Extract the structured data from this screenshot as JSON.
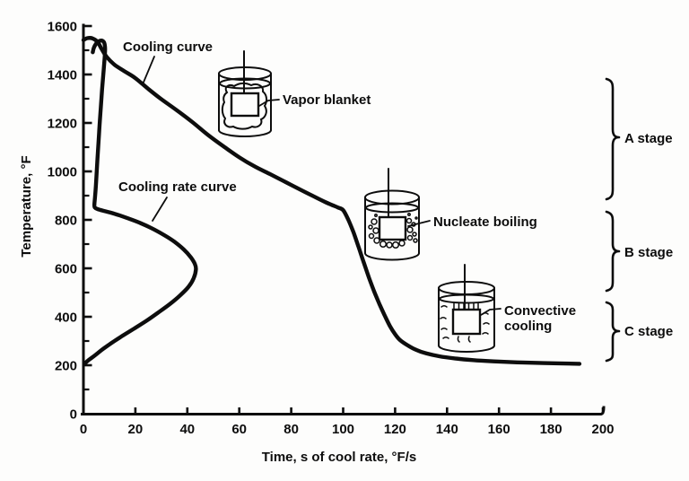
{
  "chart_data": {
    "type": "line",
    "title": "",
    "xlabel": "Time, s of cool rate, °F/s",
    "ylabel": "Temperature, °F",
    "xlim": [
      0,
      200
    ],
    "ylim": [
      0,
      1600
    ],
    "x_ticks": [
      0,
      20,
      40,
      60,
      80,
      100,
      120,
      140,
      160,
      180,
      200
    ],
    "y_ticks_major": [
      0,
      200,
      400,
      600,
      800,
      1000,
      1200,
      1400,
      1600
    ],
    "y_ticks_minor": [
      100,
      300,
      500,
      700,
      900,
      1100,
      1300,
      1500
    ],
    "grid": false,
    "legend": "none (curves labeled with leader lines)",
    "curve_labels": {
      "cooling": "Cooling curve",
      "cooling_rate": "Cooling rate curve"
    },
    "beaker_labels": {
      "vapor": "Vapor blanket",
      "nucleate": "Nucleate boiling",
      "convective_line1": "Convective",
      "convective_line2": "cooling"
    },
    "stage_labels": {
      "a": "A stage",
      "b": "B stage",
      "c": "C stage"
    },
    "stages": [
      {
        "label": "A stage",
        "temp_range_F": [
          885,
          1380
        ]
      },
      {
        "label": "B stage",
        "temp_range_F": [
          505,
          835
        ]
      },
      {
        "label": "C stage",
        "temp_range_F": [
          220,
          460
        ]
      }
    ],
    "series": [
      {
        "name": "Cooling curve",
        "x_meaning": "time, s",
        "y_meaning": "temperature, °F",
        "points": [
          [
            0,
            1542
          ],
          [
            1.5,
            1550
          ],
          [
            3.5,
            1549
          ],
          [
            5.5,
            1534
          ],
          [
            7,
            1505
          ],
          [
            9,
            1472
          ],
          [
            12,
            1440
          ],
          [
            16,
            1412
          ],
          [
            20,
            1385
          ],
          [
            25,
            1340
          ],
          [
            30,
            1298
          ],
          [
            36,
            1252
          ],
          [
            42,
            1203
          ],
          [
            48,
            1150
          ],
          [
            54,
            1103
          ],
          [
            60,
            1058
          ],
          [
            66,
            1020
          ],
          [
            72,
            988
          ],
          [
            78,
            955
          ],
          [
            84,
            922
          ],
          [
            89,
            895
          ],
          [
            93,
            874
          ],
          [
            96,
            860
          ],
          [
            98,
            851
          ],
          [
            100,
            840
          ],
          [
            102,
            800
          ],
          [
            104,
            748
          ],
          [
            106,
            686
          ],
          [
            108,
            622
          ],
          [
            110,
            560
          ],
          [
            112,
            503
          ],
          [
            114,
            452
          ],
          [
            116,
            405
          ],
          [
            118,
            362
          ],
          [
            120,
            328
          ],
          [
            122,
            303
          ],
          [
            125,
            281
          ],
          [
            128,
            264
          ],
          [
            132,
            249
          ],
          [
            137,
            237
          ],
          [
            143,
            228
          ],
          [
            150,
            221
          ],
          [
            158,
            216
          ],
          [
            167,
            212
          ],
          [
            177,
            209
          ],
          [
            191,
            206
          ]
        ]
      },
      {
        "name": "Cooling rate curve",
        "x_meaning": "cooling rate, °F/s",
        "y_meaning": "temperature, °F",
        "points": [
          [
            3.6,
            1492
          ],
          [
            4.0,
            1510
          ],
          [
            4.8,
            1526
          ],
          [
            5.9,
            1537
          ],
          [
            7.0,
            1540
          ],
          [
            7.9,
            1533
          ],
          [
            8.3,
            1515
          ],
          [
            8.3,
            1488
          ],
          [
            7.8,
            1420
          ],
          [
            7.2,
            1340
          ],
          [
            6.6,
            1250
          ],
          [
            6.0,
            1155
          ],
          [
            5.4,
            1050
          ],
          [
            4.9,
            960
          ],
          [
            4.5,
            898
          ],
          [
            4.2,
            862
          ],
          [
            4.4,
            851
          ],
          [
            5.3,
            845
          ],
          [
            7.5,
            838
          ],
          [
            10.4,
            830
          ],
          [
            14,
            818
          ],
          [
            18,
            803
          ],
          [
            22.1,
            786
          ],
          [
            26.5,
            764
          ],
          [
            31.1,
            737
          ],
          [
            35,
            710
          ],
          [
            38.6,
            678
          ],
          [
            41.3,
            646
          ],
          [
            42.9,
            618
          ],
          [
            43.3,
            596
          ],
          [
            42.5,
            560
          ],
          [
            40.5,
            524
          ],
          [
            37.2,
            488
          ],
          [
            33.2,
            452
          ],
          [
            28.6,
            416
          ],
          [
            24.2,
            383
          ],
          [
            19.5,
            351
          ],
          [
            15,
            321
          ],
          [
            10.8,
            292
          ],
          [
            7.3,
            265
          ],
          [
            4.5,
            241
          ],
          [
            2.2,
            223
          ],
          [
            1.0,
            212
          ],
          [
            0.4,
            204
          ]
        ]
      }
    ]
  }
}
